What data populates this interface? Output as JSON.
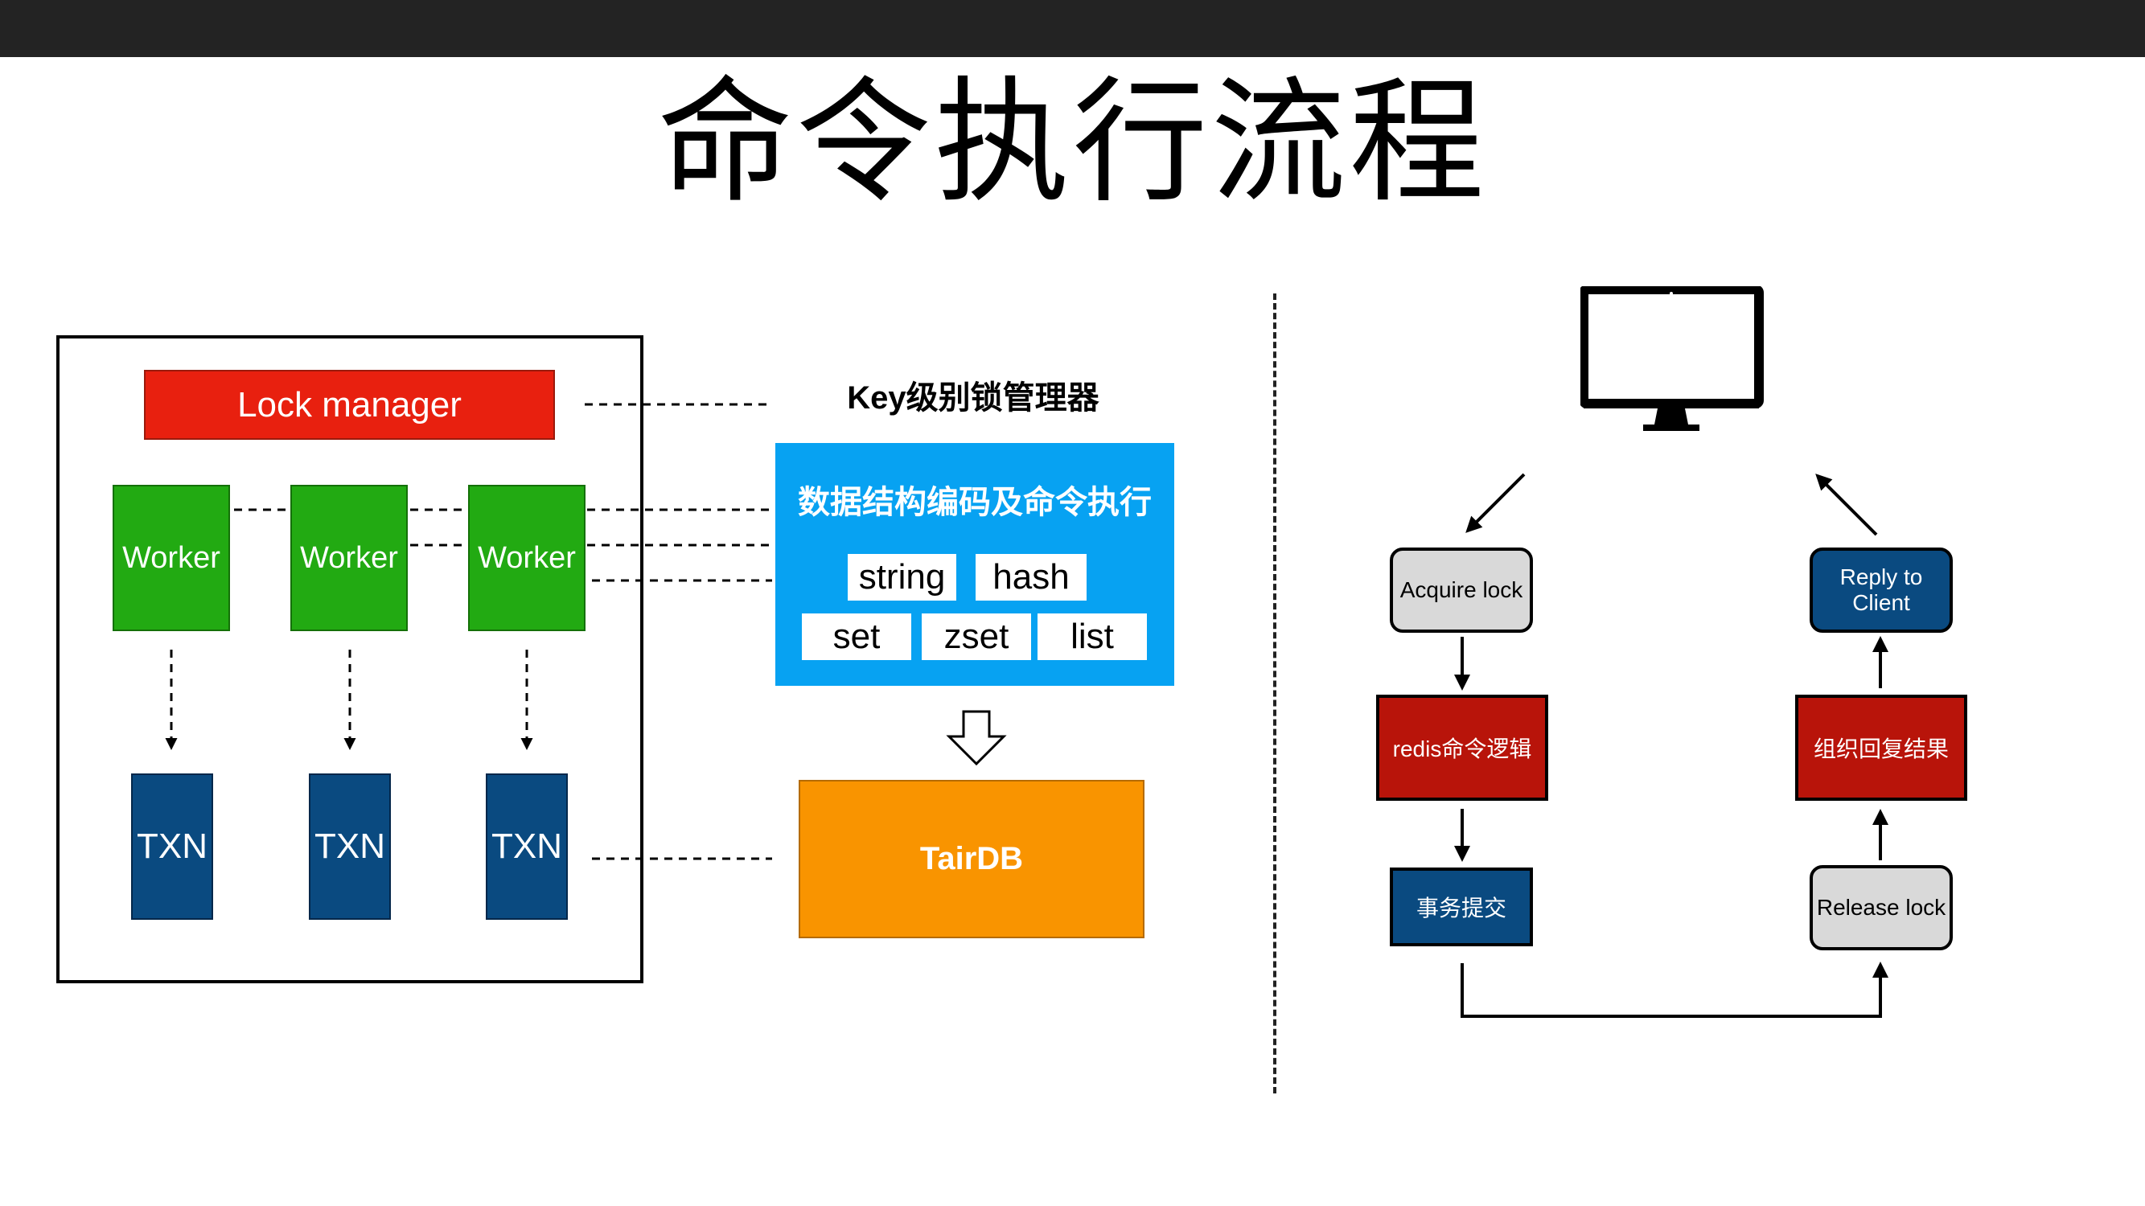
{
  "title": "命令执行流程",
  "left": {
    "lock_manager": "Lock manager",
    "workers": [
      "Worker",
      "Worker",
      "Worker"
    ],
    "txns": [
      "TXN",
      "TXN",
      "TXN"
    ]
  },
  "middle": {
    "key_lock_label": "Key级别锁管理器",
    "panel_title": "数据结构编码及命令执行",
    "types": [
      "string",
      "hash",
      "set",
      "zset",
      "list"
    ],
    "storage": "TairDB"
  },
  "right": {
    "acquire_lock": "Acquire lock",
    "redis_logic": "redis命令逻辑",
    "txn_commit": "事务提交",
    "release_lock": "Release lock",
    "build_reply": "组织回复结果",
    "reply_line1": "Reply to",
    "reply_line2": "Client",
    "icon": "computer-monitor-icon"
  },
  "colors": {
    "lock_red": "#e8200f",
    "worker_green": "#22aa12",
    "txn_navy": "#0a4a80",
    "panel_blue": "#07a2f2",
    "tairdb_orange": "#f99400",
    "step_red": "#b8140a",
    "step_gray": "#d9d9d9"
  }
}
